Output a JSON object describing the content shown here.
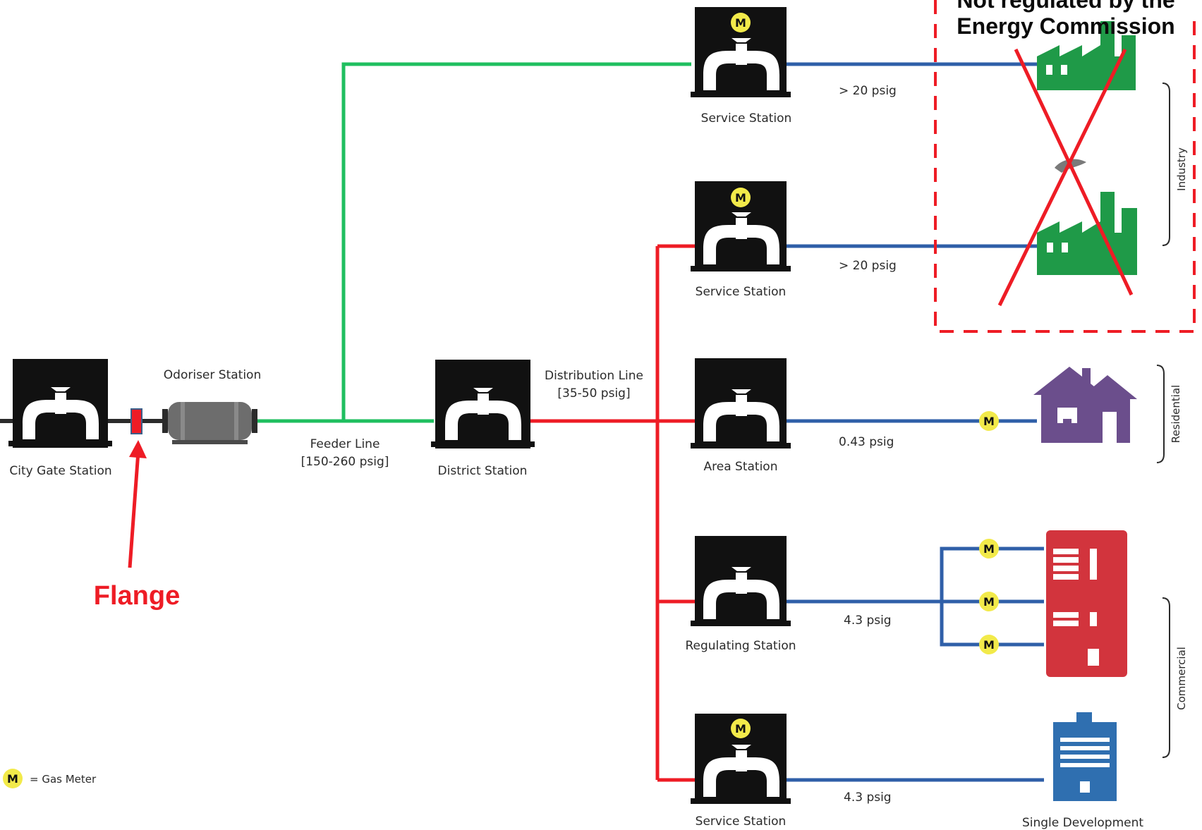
{
  "stations": {
    "city_gate": "City Gate Station",
    "odoriser": "Odoriser Station",
    "district": "District Station",
    "service_1": "Service Station",
    "service_2": "Service Station",
    "area": "Area Station",
    "regulating": "Regulating Station",
    "service_3": "Service Station"
  },
  "lines": {
    "feeder_1": "Feeder Line",
    "feeder_2": "[150-260 psig]",
    "distribution_1": "Distribution Line",
    "distribution_2": "[35-50 psig]"
  },
  "pressures": {
    "p1": "> 20 psig",
    "p2": "> 20 psig",
    "p3": "0.43 psig",
    "p4": "4.3 psig",
    "p5": "4.3 psig"
  },
  "categories": {
    "industry": "Industry",
    "residential": "Residential",
    "commercial": "Commercial"
  },
  "single_development": "Single Development",
  "meter_letter": "M",
  "legend": {
    "meter_symbol": "M",
    "meter_text": "= Gas Meter"
  },
  "annotations": {
    "flange": "Flange",
    "not_regulated_1": "Not regulated by the",
    "not_regulated_2": "Energy Commission"
  },
  "colors": {
    "feeder_line": "#1fbf5f",
    "distribution_line": "#ee1c25",
    "service_line": "#2f5fa8",
    "station_box": "#111111",
    "meter": "#f2ea4a",
    "industry": "#1f9a48",
    "residential": "#6b4e8c",
    "commercial": "#d2343d",
    "single_dev": "#2f6fb0",
    "annotation": "#ee1c25"
  }
}
